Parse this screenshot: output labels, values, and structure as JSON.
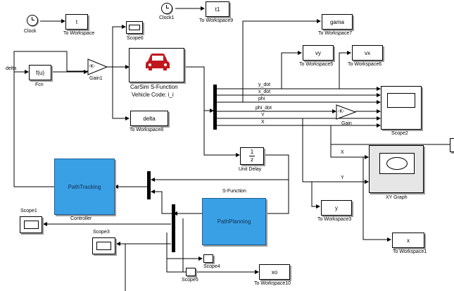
{
  "blocks": {
    "clock": {
      "label": "Clock"
    },
    "clock1": {
      "label": "Clock1"
    },
    "to_ws_t": {
      "value": "t",
      "label": "To Workspace"
    },
    "to_ws9": {
      "value": "t1",
      "label": "To Workspace9"
    },
    "scope6": {
      "label": "Scope6"
    },
    "fcn": {
      "value": "f(u)",
      "label": "Fcn"
    },
    "gain1": {
      "value": "-K-",
      "label": "Gain1"
    },
    "carsim": {
      "title": "CarSim S-Function",
      "code": "Vehicle Code: i_i"
    },
    "to_ws8": {
      "value": "delta",
      "label": "To Workspace8"
    },
    "to_ws7": {
      "value": "gama",
      "label": "To Workspace7"
    },
    "to_ws5": {
      "value": "vy",
      "label": "To Workspace5"
    },
    "to_ws6": {
      "value": "vx",
      "label": "To Workspace6"
    },
    "scope2": {
      "label": "Scope2"
    },
    "gain": {
      "value": "-K-",
      "label": "Gain"
    },
    "unit_delay": {
      "num": "1",
      "den": "z",
      "label": "Unit Delay"
    },
    "xy_graph": {
      "label": "XY Graph"
    },
    "controller": {
      "value": "PathTracking",
      "label": "Controller"
    },
    "sfunction": {
      "value": "PathPlanning",
      "label": "S-Function"
    },
    "to_ws3": {
      "value": "y",
      "label": "To Workspace3"
    },
    "to_ws1": {
      "value": "x",
      "label": "To Workspace1"
    },
    "scope1": {
      "label": "Scope1"
    },
    "scope3": {
      "label": "Scope3"
    },
    "scope4": {
      "label": "Scope4"
    },
    "scope5": {
      "label": "Scope5"
    },
    "to_ws10": {
      "value": "xo",
      "label": "To Workspace10"
    }
  },
  "signals": {
    "delta": "delta",
    "y_dot": "y_dot",
    "x_dot": "x_dot",
    "phi": "phi",
    "phi_dot": "phi_dot",
    "Y": "Y",
    "X": "X",
    "X2": "X",
    "Y2": "Y"
  },
  "colors": {
    "subsystem": "#3aa0e6",
    "carsim_icon": "#c0171e"
  }
}
